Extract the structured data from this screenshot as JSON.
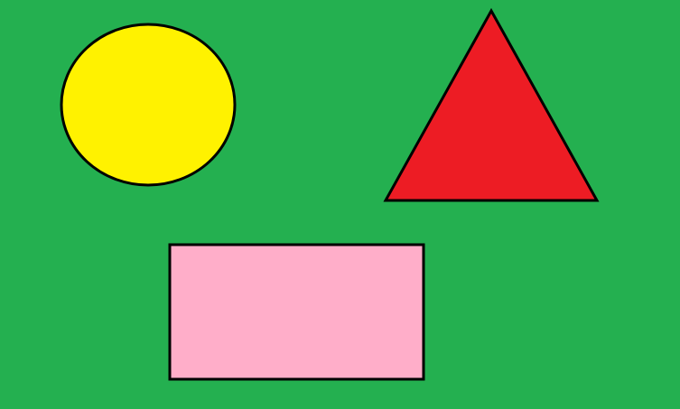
{
  "canvas": {
    "background_color": "#24b050"
  },
  "shapes": {
    "circle": {
      "name": "yellow-circle",
      "fill_color": "#fff200",
      "stroke_color": "#000000"
    },
    "triangle": {
      "name": "red-triangle",
      "fill_color": "#ed1c24",
      "stroke_color": "#000000"
    },
    "rectangle": {
      "name": "pink-rectangle",
      "fill_color": "#ffaec9",
      "stroke_color": "#000000"
    }
  }
}
